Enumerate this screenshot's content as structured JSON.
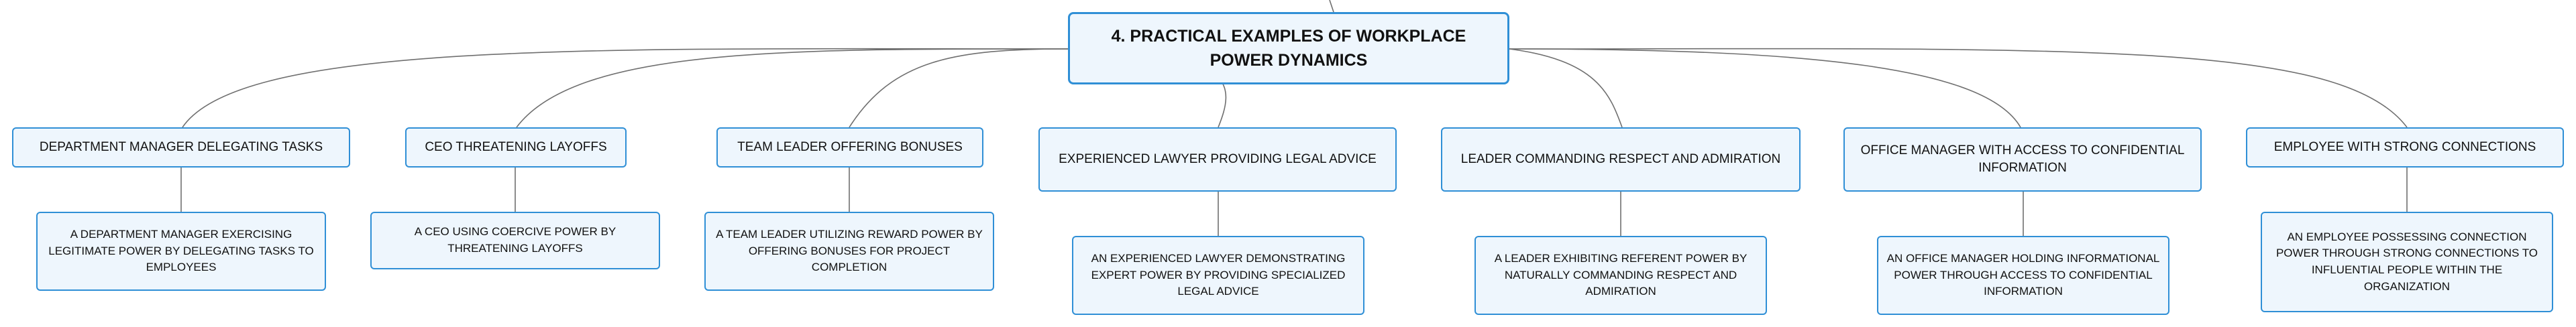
{
  "root": {
    "label": "4. PRACTICAL EXAMPLES OF WORKPLACE POWER DYNAMICS"
  },
  "branches": [
    {
      "topic": "DEPARTMENT MANAGER DELEGATING TASKS",
      "detail": "A DEPARTMENT MANAGER EXERCISING LEGITIMATE POWER BY DELEGATING TASKS TO EMPLOYEES"
    },
    {
      "topic": "CEO THREATENING LAYOFFS",
      "detail": "A CEO USING COERCIVE POWER BY THREATENING LAYOFFS"
    },
    {
      "topic": "TEAM LEADER OFFERING BONUSES",
      "detail": "A TEAM LEADER UTILIZING REWARD POWER BY OFFERING BONUSES FOR PROJECT COMPLETION"
    },
    {
      "topic": "EXPERIENCED LAWYER PROVIDING LEGAL ADVICE",
      "detail": "AN EXPERIENCED LAWYER DEMONSTRATING EXPERT POWER BY PROVIDING SPECIALIZED LEGAL ADVICE"
    },
    {
      "topic": "LEADER COMMANDING RESPECT AND ADMIRATION",
      "detail": "A LEADER EXHIBITING REFERENT POWER BY NATURALLY COMMANDING RESPECT AND ADMIRATION"
    },
    {
      "topic": "OFFICE MANAGER WITH ACCESS TO CONFIDENTIAL INFORMATION",
      "detail": "AN OFFICE MANAGER HOLDING INFORMATIONAL POWER THROUGH ACCESS TO CONFIDENTIAL INFORMATION"
    },
    {
      "topic": "EMPLOYEE WITH STRONG CONNECTIONS",
      "detail": "AN EMPLOYEE POSSESSING CONNECTION POWER THROUGH STRONG CONNECTIONS TO INFLUENTIAL PEOPLE WITHIN THE ORGANIZATION"
    }
  ]
}
